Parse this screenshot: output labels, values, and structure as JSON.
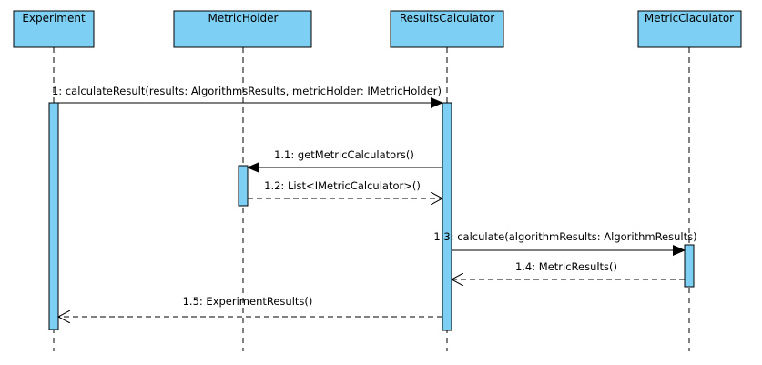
{
  "colors": {
    "participant_fill": "#7dd0f4",
    "activation_fill": "#7dd0f4",
    "line": "#000000",
    "background": "#ffffff"
  },
  "participants": [
    {
      "id": "experiment",
      "name": "Experiment"
    },
    {
      "id": "metricholder",
      "name": "MetricHolder"
    },
    {
      "id": "resultscalculator",
      "name": "ResultsCalculator"
    },
    {
      "id": "metriccalculator",
      "name": "MetricClaculator"
    }
  ],
  "messages": [
    {
      "id": "m1",
      "label": "1: calculateResult(results: AlgorithmsResults, metricHolder: IMetricHolder)",
      "from": "experiment",
      "to": "resultscalculator",
      "style": "sync"
    },
    {
      "id": "m11",
      "label": "1.1: getMetricCalculators()",
      "from": "resultscalculator",
      "to": "metricholder",
      "style": "sync"
    },
    {
      "id": "m12",
      "label": "1.2: List<IMetricCalculator>()",
      "from": "metricholder",
      "to": "resultscalculator",
      "style": "return"
    },
    {
      "id": "m13",
      "label": "1.3: calculate(algorithmResults: AlgorithmResults)",
      "from": "resultscalculator",
      "to": "metriccalculator",
      "style": "sync"
    },
    {
      "id": "m14",
      "label": "1.4: MetricResults()",
      "from": "metriccalculator",
      "to": "resultscalculator",
      "style": "return"
    },
    {
      "id": "m15",
      "label": "1.5: ExperimentResults()",
      "from": "resultscalculator",
      "to": "experiment",
      "style": "return"
    }
  ]
}
